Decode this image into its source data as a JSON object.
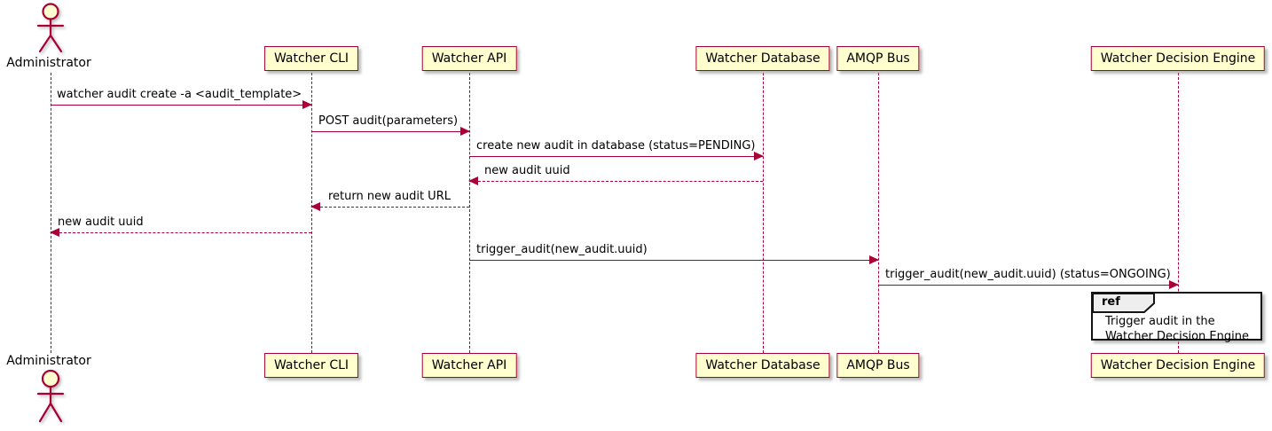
{
  "diagram": {
    "type": "sequence",
    "participants": [
      {
        "name": "Administrator",
        "kind": "actor"
      },
      {
        "name": "Watcher CLI",
        "kind": "participant"
      },
      {
        "name": "Watcher API",
        "kind": "participant"
      },
      {
        "name": "Watcher Database",
        "kind": "participant"
      },
      {
        "name": "AMQP Bus",
        "kind": "participant"
      },
      {
        "name": "Watcher Decision Engine",
        "kind": "participant"
      }
    ],
    "messages": [
      {
        "from": "Administrator",
        "to": "Watcher CLI",
        "text": "watcher audit create -a <audit_template>",
        "line": "solid",
        "direction": "right"
      },
      {
        "from": "Watcher CLI",
        "to": "Watcher API",
        "text": "POST audit(parameters)",
        "line": "solid",
        "direction": "right"
      },
      {
        "from": "Watcher API",
        "to": "Watcher Database",
        "text": "create new audit in database (status=PENDING)",
        "line": "solid",
        "direction": "right"
      },
      {
        "from": "Watcher Database",
        "to": "Watcher API",
        "text": "new audit uuid",
        "line": "dashed",
        "direction": "left"
      },
      {
        "from": "Watcher API",
        "to": "Watcher CLI",
        "text": "return new audit URL",
        "line": "dashed",
        "direction": "left"
      },
      {
        "from": "Watcher CLI",
        "to": "Administrator",
        "text": "new audit uuid",
        "line": "dashed",
        "direction": "left"
      },
      {
        "from": "Watcher API",
        "to": "AMQP Bus",
        "text": "trigger_audit(new_audit.uuid)",
        "line": "solid",
        "direction": "right"
      },
      {
        "from": "AMQP Bus",
        "to": "Watcher Decision Engine",
        "text": "trigger_audit(new_audit.uuid) (status=ONGOING)",
        "line": "solid",
        "direction": "right"
      }
    ],
    "ref": {
      "keyword": "ref",
      "over": "Watcher Decision Engine",
      "text_line1": "Trigger audit in the",
      "text_line2": "Watcher Decision Engine"
    },
    "colors": {
      "accent": "#A80036",
      "participant_fill": "#FEFECE",
      "ref_tab_fill": "#EEEEEE",
      "ref_border": "#151515",
      "text": "#000000",
      "background": "#FFFFFF"
    }
  }
}
